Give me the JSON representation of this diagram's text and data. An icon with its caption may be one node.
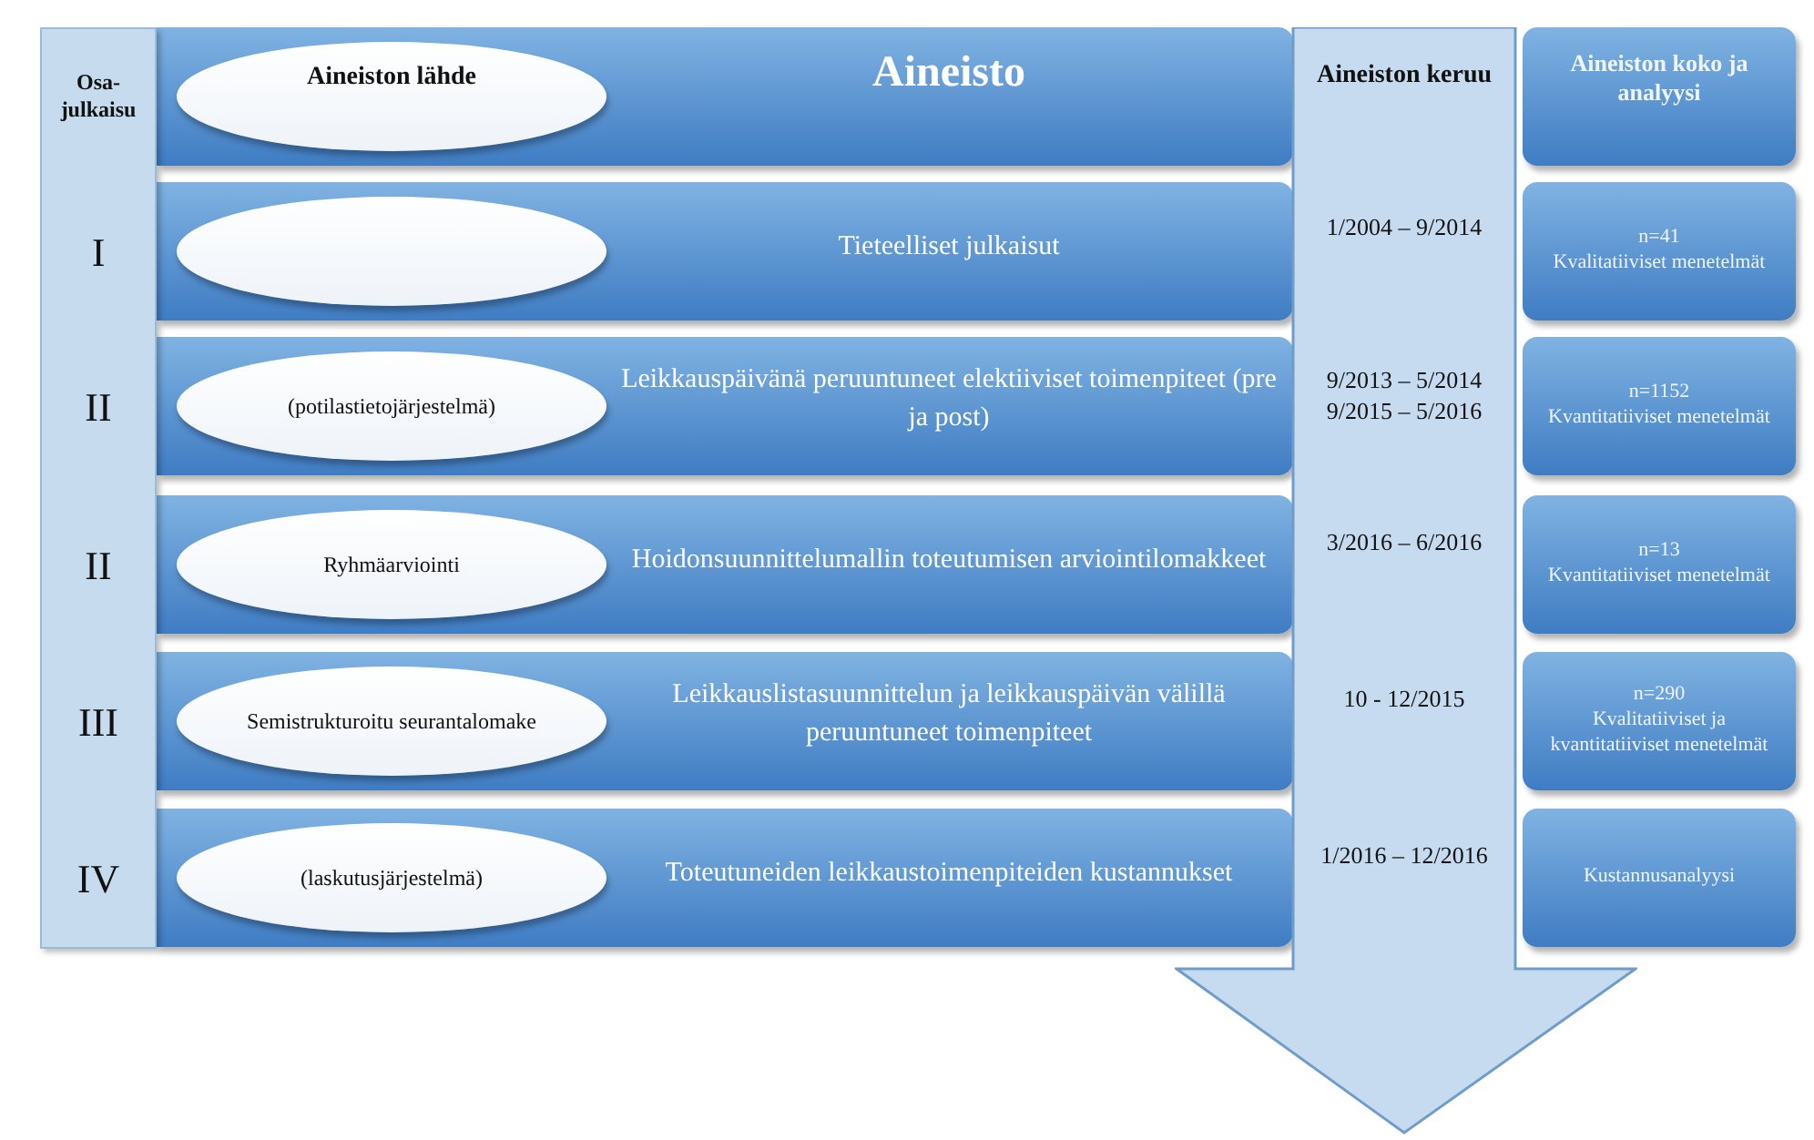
{
  "diagram": {
    "nodes": [
      {
        "text": [
          "Osa-julkaisu",
          "I",
          "II",
          "II",
          "III",
          "IV"
        ]
      },
      {
        "text": [
          "Aineisto"
        ]
      },
      {
        "text": [
          "Aineiston lähde"
        ],
        "in": 1
      },
      {
        "text": [
          "Aineiston keruu",
          "1/2004 – 9/2014",
          "9/2013 – 5/2014",
          "9/2015 – 5/2016",
          "3/2016 – 6/2016",
          "10 - 12/2015",
          "1/2016 – 12/2016"
        ]
      },
      {
        "text": [
          "Aineiston koko ja analyysi"
        ]
      },
      {
        "text": [
          "Tieteelliset julkaisut"
        ]
      },
      {
        "text": [],
        "shape": "ellipse",
        "in": 5
      },
      {
        "text": [
          "n=41",
          "Kvalitatiiviset menetelmät"
        ]
      },
      {
        "text": [
          "Leikkauspäivänä peruuntuneet elektiiviset toimenpiteet (pre ja post)"
        ]
      },
      {
        "text": [
          "(potilastietojärjestelmä)"
        ],
        "in": 8
      },
      {
        "text": [
          "n=1152",
          "Kvantitatiiviset menetelmät"
        ]
      },
      {
        "text": [
          "Hoidonsuunnittelumallin toteutumisen arviointilomakkeet"
        ]
      },
      {
        "text": [
          "Ryhmäarviointi"
        ],
        "in": 11
      },
      {
        "text": [
          "n=13",
          "Kvantitatiiviset menetelmät"
        ]
      },
      {
        "text": [
          "Leikkauslistasuunnittelun ja leikkauspäivän välillä peruuntuneet toimenpiteet"
        ]
      },
      {
        "text": [
          "Semistrukturoitu seurantalomake"
        ],
        "in": 14
      },
      {
        "text": [
          "n=290",
          "Kvalitatiiviset ja kvantitatiiviset menetelmät"
        ]
      },
      {
        "text": [
          "Toteutuneiden leikkaustoimenpiteiden kustannukset"
        ]
      },
      {
        "text": [
          "(laskutusjärjestelmä)"
        ],
        "in": 17
      },
      {
        "text": [
          "Kustannusanalyysi"
        ]
      }
    ]
  }
}
